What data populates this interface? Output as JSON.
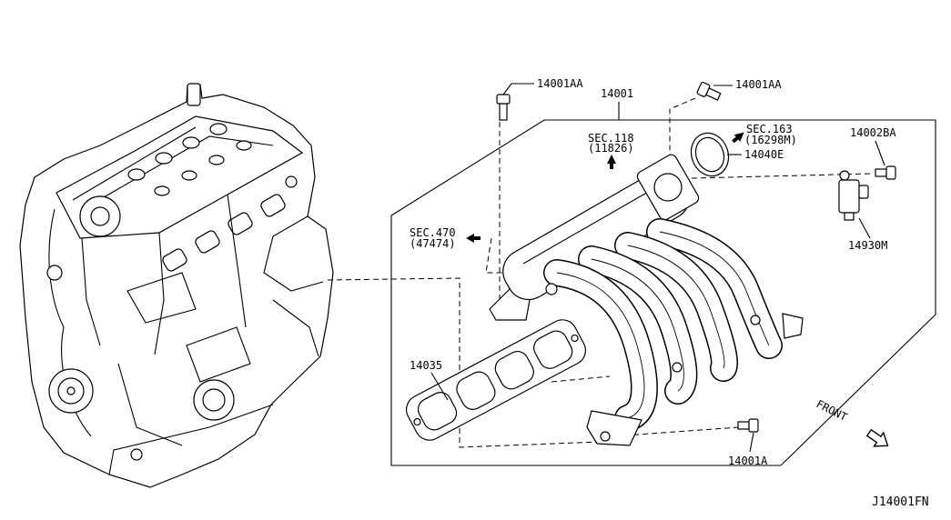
{
  "callouts": [
    {
      "text": "14001AA"
    },
    {
      "text": "14001"
    },
    {
      "text": "14001AA"
    },
    {
      "text": "14040E"
    },
    {
      "text": "14002BA"
    },
    {
      "text": "14930M"
    },
    {
      "text": "14035"
    },
    {
      "text": "14001A"
    }
  ],
  "section_refs": [
    {
      "section": "SEC.118",
      "part_no": "(11826)"
    },
    {
      "section": "SEC.163",
      "part_no": "(16298M)"
    },
    {
      "section": "SEC.470",
      "part_no": "(47474)"
    }
  ],
  "direction_label": "FRONT",
  "figure_id": "J14001FN",
  "colors": {
    "line": "#000000",
    "background": "#ffffff"
  }
}
